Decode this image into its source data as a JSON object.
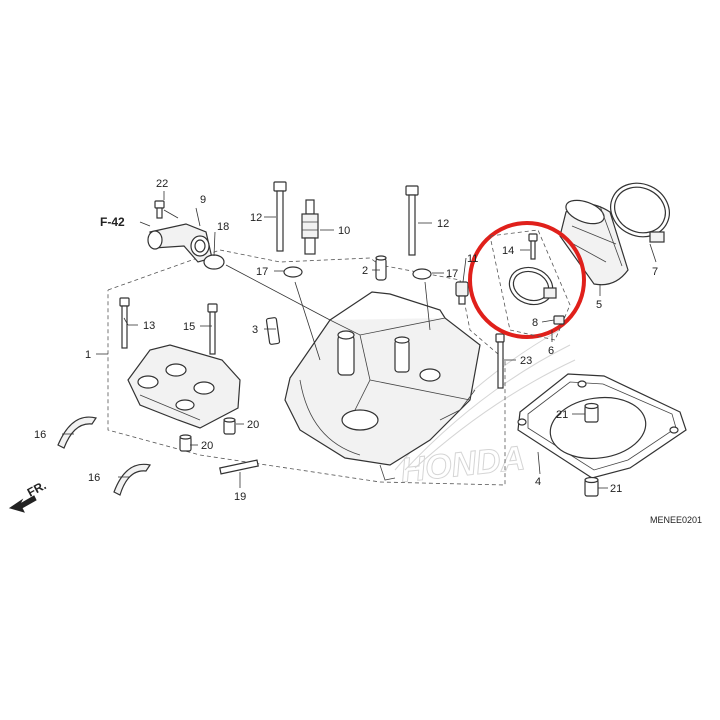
{
  "diagram": {
    "callouts": [
      {
        "id": "c1",
        "text": "1"
      },
      {
        "id": "c2",
        "text": "2"
      },
      {
        "id": "c3",
        "text": "3"
      },
      {
        "id": "c4",
        "text": "4"
      },
      {
        "id": "c5",
        "text": "5"
      },
      {
        "id": "c6",
        "text": "6"
      },
      {
        "id": "c7",
        "text": "7"
      },
      {
        "id": "c8",
        "text": "8"
      },
      {
        "id": "c9",
        "text": "9"
      },
      {
        "id": "c10",
        "text": "10"
      },
      {
        "id": "c11",
        "text": "11"
      },
      {
        "id": "c12a",
        "text": "12"
      },
      {
        "id": "c12b",
        "text": "12"
      },
      {
        "id": "c13",
        "text": "13"
      },
      {
        "id": "c14",
        "text": "14"
      },
      {
        "id": "c15",
        "text": "15"
      },
      {
        "id": "c16a",
        "text": "16"
      },
      {
        "id": "c16b",
        "text": "16"
      },
      {
        "id": "c17a",
        "text": "17"
      },
      {
        "id": "c17b",
        "text": "17"
      },
      {
        "id": "c18",
        "text": "18"
      },
      {
        "id": "c19",
        "text": "19"
      },
      {
        "id": "c20a",
        "text": "20"
      },
      {
        "id": "c20b",
        "text": "20"
      },
      {
        "id": "c21a",
        "text": "21"
      },
      {
        "id": "c21b",
        "text": "21"
      },
      {
        "id": "c22",
        "text": "22"
      },
      {
        "id": "c23",
        "text": "23"
      }
    ],
    "reference_label": "F-42",
    "front_label": "FR.",
    "watermark": "HONDA",
    "diagram_code": "MENEE0201",
    "highlight_color": "#e0201b"
  }
}
